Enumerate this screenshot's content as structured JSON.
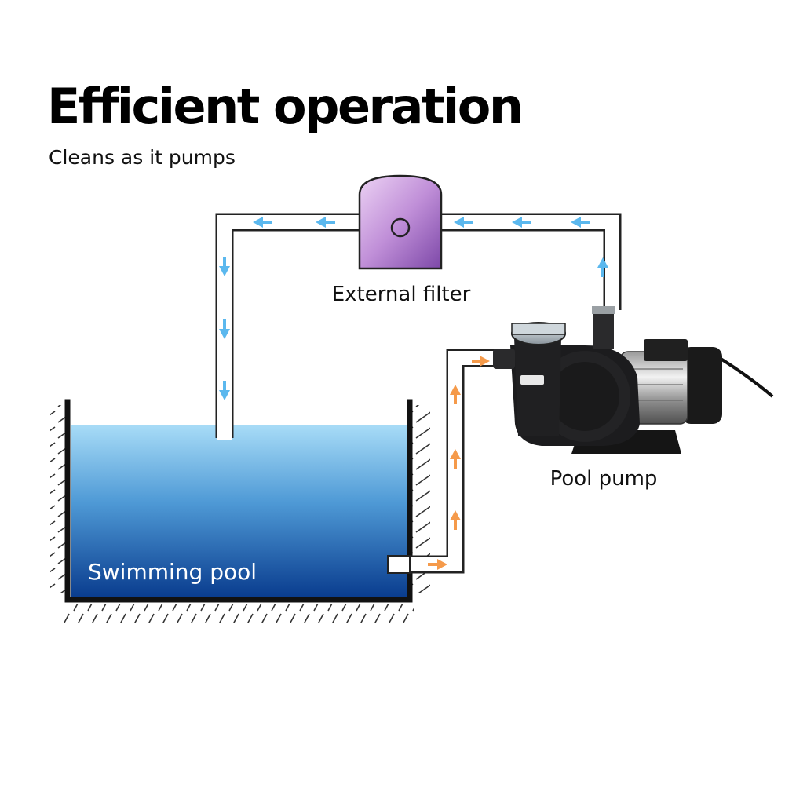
{
  "header": {
    "title": "Efficient operation",
    "subtitle": "Cleans as it pumps"
  },
  "labels": {
    "filter": "External filter",
    "pump": "Pool pump",
    "pool": "Swimming pool"
  },
  "colors": {
    "return_arrow": "#5bb8ee",
    "suction_arrow": "#f59a4a",
    "pipe_outline": "#222222",
    "filter_top": "#e7c8f0",
    "filter_bottom": "#8e5bb5",
    "water_top": "#a8dcf7",
    "water_bottom": "#0a3d8f",
    "pump_body": "#1c1c1e"
  },
  "icons": {
    "flow_arrow": "arrow-icon",
    "filter": "filter-icon",
    "pump": "pump-icon",
    "ground": "ground-hatch-icon"
  }
}
